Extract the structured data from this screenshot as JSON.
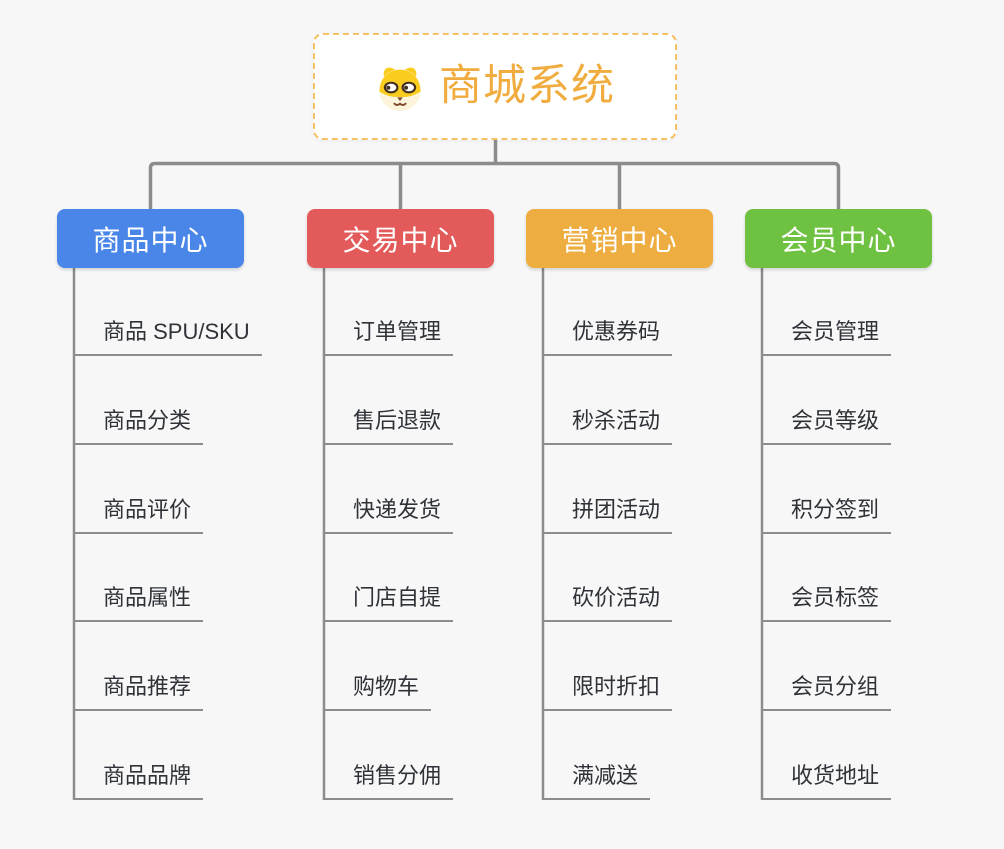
{
  "page": {
    "background": "#F7F7F8"
  },
  "connector": {
    "color": "#8C8C8C"
  },
  "root": {
    "title": "商城系统",
    "icon": "dog-face-icon",
    "text_color": "#F0AC3E",
    "border_color": "#F6C065"
  },
  "branches": [
    {
      "id": "product-center",
      "label": "商品中心",
      "color": "#4A86E8",
      "items": [
        "商品 SPU/SKU",
        "商品分类",
        "商品评价",
        "商品属性",
        "商品推荐",
        "商品品牌"
      ]
    },
    {
      "id": "trade-center",
      "label": "交易中心",
      "color": "#E25B5A",
      "items": [
        "订单管理",
        "售后退款",
        "快递发货",
        "门店自提",
        "购物车",
        "销售分佣"
      ]
    },
    {
      "id": "marketing-center",
      "label": "营销中心",
      "color": "#EDAD40",
      "items": [
        "优惠券码",
        "秒杀活动",
        "拼团活动",
        "砍价活动",
        "限时折扣",
        "满减送"
      ]
    },
    {
      "id": "member-center",
      "label": "会员中心",
      "color": "#6FC241",
      "items": [
        "会员管理",
        "会员等级",
        "积分签到",
        "会员标签",
        "会员分组",
        "收货地址"
      ]
    }
  ]
}
